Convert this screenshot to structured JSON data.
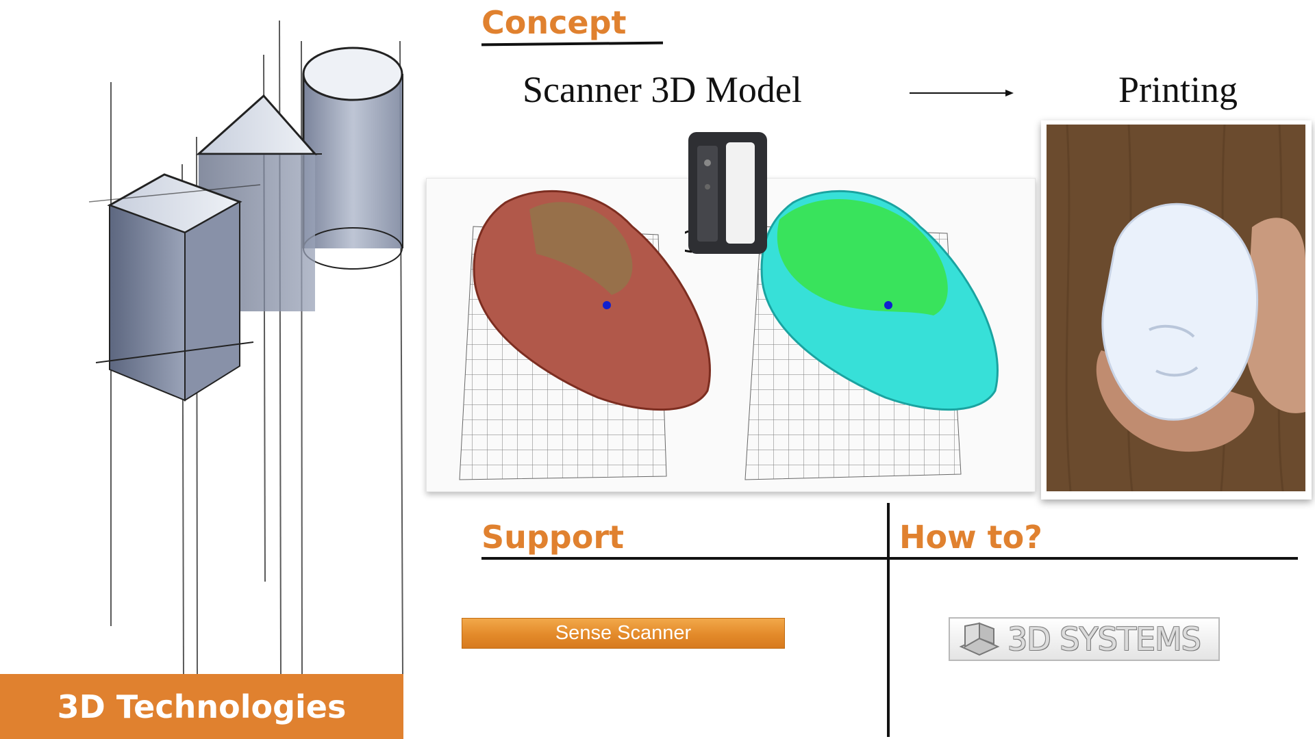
{
  "brand": {
    "label": "3D Technologies",
    "color": "#e0812f"
  },
  "concept": {
    "title": "Concept",
    "scanner_label": "Scanner 3D Model",
    "printing_label": "Printing"
  },
  "support": {
    "title": "Support",
    "button_label": "Sense Scanner"
  },
  "howto": {
    "title": "How to?",
    "logo_text": "3D SYSTEMS"
  },
  "icons": {
    "arrow": "right-arrow-icon",
    "device": "sense-scanner-device-icon",
    "logo_mark": "3d-systems-mark-icon"
  }
}
